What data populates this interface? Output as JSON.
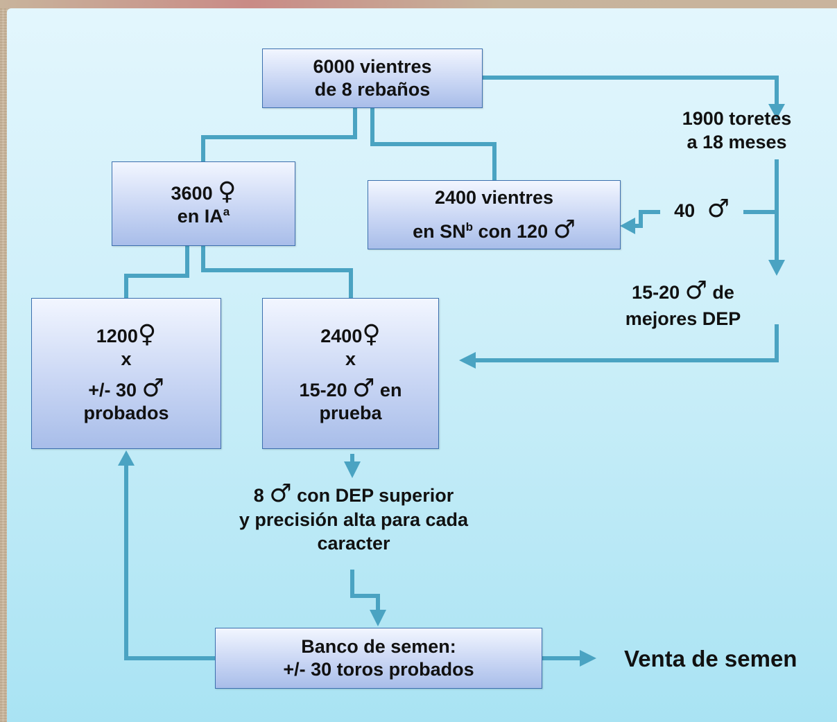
{
  "diagram": {
    "symbols": {
      "female": "♀",
      "male": "♂"
    },
    "top": {
      "line1": "6000 vientres",
      "line2": "de 8 rebaños"
    },
    "toretes": {
      "line1": "1900 toretes",
      "line2": "a 18 meses"
    },
    "ia_box": {
      "count": "3600",
      "line2": "en IA",
      "sup": "a"
    },
    "sn_box": {
      "line1": "2400 vientres",
      "prefix": "en SN",
      "sup": "b",
      "suffix": " con 120"
    },
    "forty": {
      "count": "40"
    },
    "mejores": {
      "count": "15-20",
      "word": "de",
      "line2": "mejores DEP"
    },
    "probados_box": {
      "count": "1200",
      "x": "x",
      "prefix": "+/- 30",
      "line4": "probados"
    },
    "prueba_box": {
      "count": "2400",
      "x": "x",
      "prefix": "15-20",
      "word": "en",
      "line4": "prueba"
    },
    "selected": {
      "count": "8",
      "word": "con DEP superior",
      "line2": "y precisión alta para cada",
      "line3": "caracter"
    },
    "banco": {
      "line1": "Banco de semen:",
      "line2": "+/- 30 toros probados"
    },
    "venta": "Venta de semen"
  },
  "colors": {
    "connector": "#4aa3c2",
    "box_border": "#3c6fae",
    "panel": "#cdeff9"
  }
}
